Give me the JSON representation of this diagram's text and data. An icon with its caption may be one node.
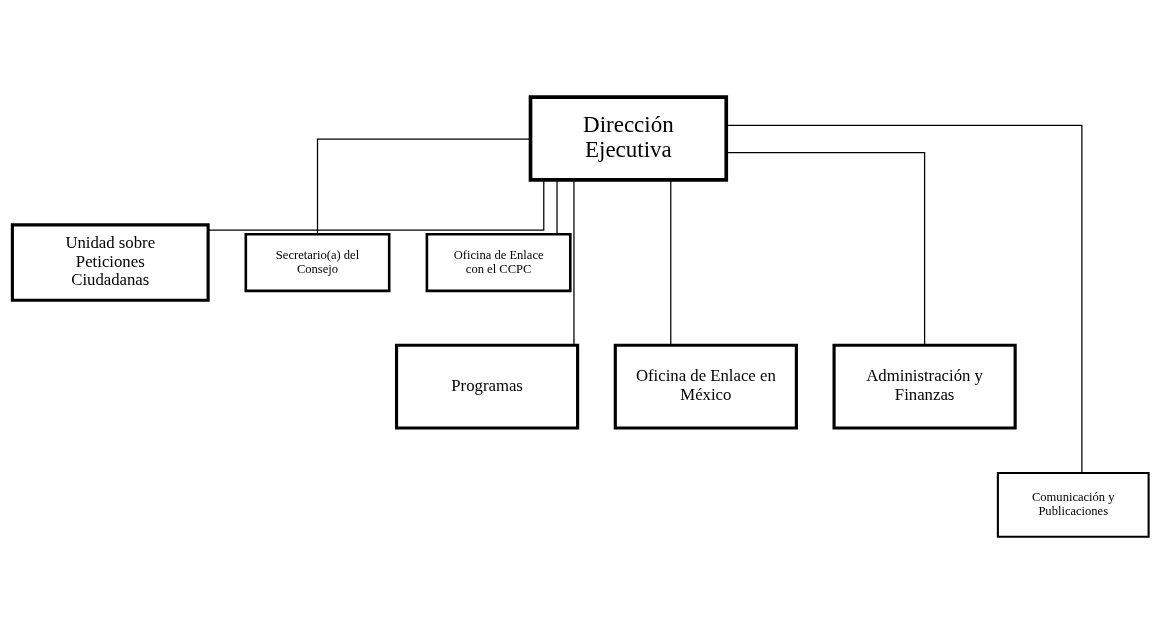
{
  "diagram": {
    "nodes": [
      {
        "text": [
          "Dirección Ejecutiva"
        ]
      },
      {
        "text": [
          "Unidad sobre Peticiones Ciudadanas"
        ]
      },
      {
        "text": [
          "Secretario(a) del Consejo"
        ]
      },
      {
        "text": [
          "Oficina de Enlace con el CCPC"
        ]
      },
      {
        "text": [
          "Programas"
        ]
      },
      {
        "text": [
          "Oficina de Enlace en México"
        ]
      },
      {
        "text": [
          "Administración y Finanzas"
        ]
      },
      {
        "text": [
          "Comunicación y Publicaciones"
        ]
      }
    ],
    "edges": [
      {
        "from": 0,
        "to": 1,
        "arrow": "none"
      },
      {
        "from": 0,
        "to": 2,
        "arrow": "none"
      },
      {
        "from": 0,
        "to": 3,
        "arrow": "none"
      },
      {
        "from": 0,
        "to": 7,
        "arrow": "none"
      },
      {
        "from": 0,
        "to": 4,
        "arrow": "none"
      },
      {
        "from": 0,
        "to": 5,
        "arrow": "none"
      },
      {
        "from": 0,
        "to": 6,
        "arrow": "none"
      }
    ]
  }
}
